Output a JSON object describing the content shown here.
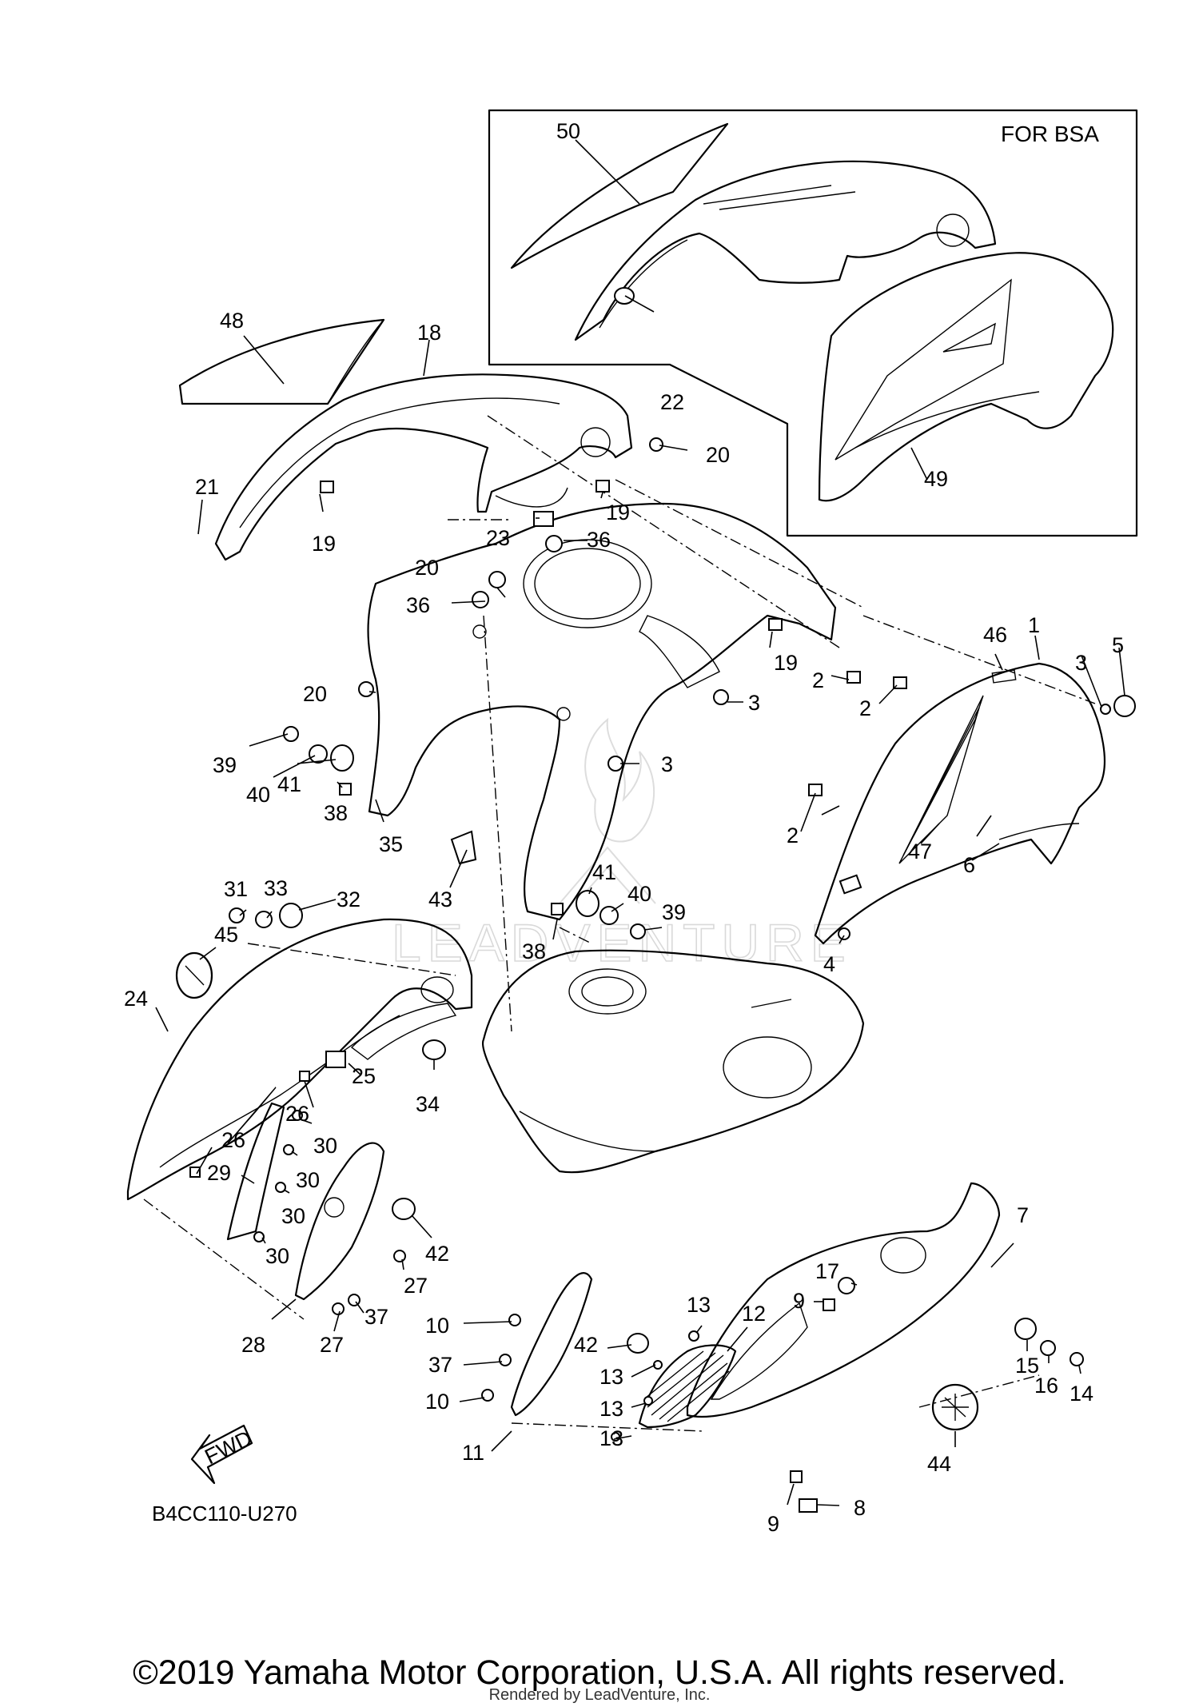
{
  "inset": {
    "label": "FOR BSA"
  },
  "watermark": {
    "text": "LEADVENTURE"
  },
  "fwd_arrow": {
    "label": "FWD"
  },
  "ref_code": "B4CC110-U270",
  "footer": {
    "copyright": "©2019 Yamaha Motor Corporation, U.S.A. All rights reserved.",
    "rendered_by": "Rendered by LeadVenture, Inc."
  },
  "callouts": [
    {
      "id": "c50",
      "label": "50"
    },
    {
      "id": "c48",
      "label": "48"
    },
    {
      "id": "c18",
      "label": "18"
    },
    {
      "id": "c22",
      "label": "22"
    },
    {
      "id": "c20a",
      "label": "20"
    },
    {
      "id": "c21",
      "label": "21"
    },
    {
      "id": "c19a",
      "label": "19"
    },
    {
      "id": "c19b",
      "label": "19"
    },
    {
      "id": "c23",
      "label": "23"
    },
    {
      "id": "c36a",
      "label": "36"
    },
    {
      "id": "c20b",
      "label": "20"
    },
    {
      "id": "c36b",
      "label": "36"
    },
    {
      "id": "c49",
      "label": "49"
    },
    {
      "id": "c46",
      "label": "46"
    },
    {
      "id": "c1",
      "label": "1"
    },
    {
      "id": "c3a",
      "label": "3"
    },
    {
      "id": "c5",
      "label": "5"
    },
    {
      "id": "c19c",
      "label": "19"
    },
    {
      "id": "c2a",
      "label": "2"
    },
    {
      "id": "c2b",
      "label": "2"
    },
    {
      "id": "c20c",
      "label": "20"
    },
    {
      "id": "c3b",
      "label": "3"
    },
    {
      "id": "c3c",
      "label": "3"
    },
    {
      "id": "c39a",
      "label": "39"
    },
    {
      "id": "c40a",
      "label": "40"
    },
    {
      "id": "c41a",
      "label": "41"
    },
    {
      "id": "c38a",
      "label": "38"
    },
    {
      "id": "c35",
      "label": "35"
    },
    {
      "id": "c2c",
      "label": "2"
    },
    {
      "id": "c47",
      "label": "47"
    },
    {
      "id": "c6",
      "label": "6"
    },
    {
      "id": "c31",
      "label": "31"
    },
    {
      "id": "c33",
      "label": "33"
    },
    {
      "id": "c32",
      "label": "32"
    },
    {
      "id": "c43",
      "label": "43"
    },
    {
      "id": "c41b",
      "label": "41"
    },
    {
      "id": "c40b",
      "label": "40"
    },
    {
      "id": "c39b",
      "label": "39"
    },
    {
      "id": "c45",
      "label": "45"
    },
    {
      "id": "c38b",
      "label": "38"
    },
    {
      "id": "c4",
      "label": "4"
    },
    {
      "id": "c24",
      "label": "24"
    },
    {
      "id": "c25",
      "label": "25"
    },
    {
      "id": "c34",
      "label": "34"
    },
    {
      "id": "c26a",
      "label": "26"
    },
    {
      "id": "c30a",
      "label": "30"
    },
    {
      "id": "c26b",
      "label": "26"
    },
    {
      "id": "c30b",
      "label": "30"
    },
    {
      "id": "c29",
      "label": "29"
    },
    {
      "id": "c30c",
      "label": "30"
    },
    {
      "id": "c30d",
      "label": "30"
    },
    {
      "id": "c42a",
      "label": "42"
    },
    {
      "id": "c27a",
      "label": "27"
    },
    {
      "id": "c7",
      "label": "7"
    },
    {
      "id": "c17",
      "label": "17"
    },
    {
      "id": "c9a",
      "label": "9"
    },
    {
      "id": "c37a",
      "label": "37"
    },
    {
      "id": "c28",
      "label": "28"
    },
    {
      "id": "c27b",
      "label": "27"
    },
    {
      "id": "c13a",
      "label": "13"
    },
    {
      "id": "c12",
      "label": "12"
    },
    {
      "id": "c10a",
      "label": "10"
    },
    {
      "id": "c42b",
      "label": "42"
    },
    {
      "id": "c37b",
      "label": "37"
    },
    {
      "id": "c13b",
      "label": "13"
    },
    {
      "id": "c15",
      "label": "15"
    },
    {
      "id": "c16",
      "label": "16"
    },
    {
      "id": "c14",
      "label": "14"
    },
    {
      "id": "c13c",
      "label": "13"
    },
    {
      "id": "c10b",
      "label": "10"
    },
    {
      "id": "c13d",
      "label": "13"
    },
    {
      "id": "c11",
      "label": "11"
    },
    {
      "id": "c44",
      "label": "44"
    },
    {
      "id": "c8",
      "label": "8"
    },
    {
      "id": "c9b",
      "label": "9"
    }
  ]
}
